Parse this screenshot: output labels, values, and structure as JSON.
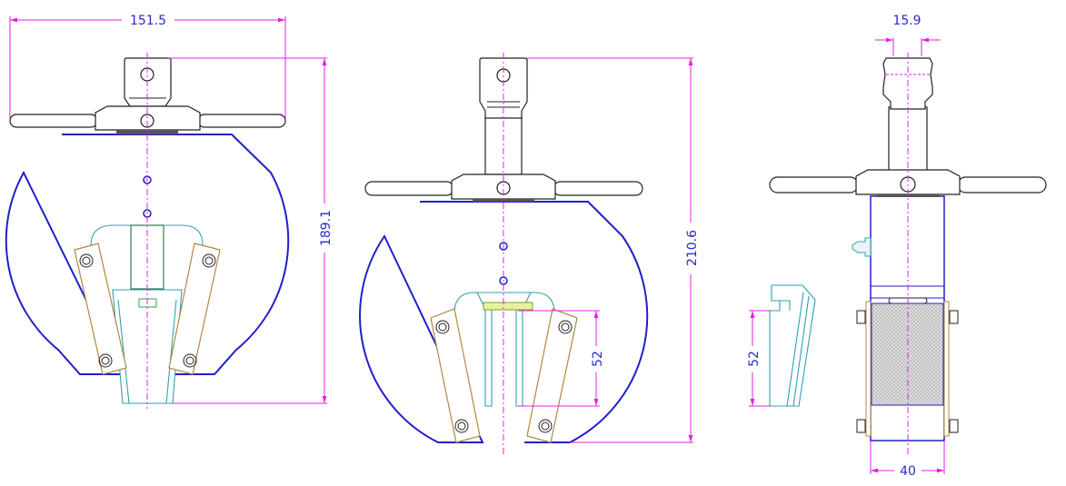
{
  "drawing": {
    "views": [
      {
        "name": "front-view-closed",
        "dimensions": {
          "width": "151.5",
          "height": "189.1"
        }
      },
      {
        "name": "front-view-open",
        "dimensions": {
          "height": "210.6",
          "jaw_opening": "52"
        }
      },
      {
        "name": "side-view",
        "dimensions": {
          "knob_width": "15.9",
          "body_width": "40"
        }
      },
      {
        "name": "jaw-detail",
        "dimensions": {
          "height": "52"
        }
      }
    ],
    "colors": {
      "dimension": "#e020e0",
      "dimension_text": "#2a2ad0",
      "plate": "#2020c8",
      "jaw": "#b08840",
      "insert": "#30a0b0"
    }
  }
}
